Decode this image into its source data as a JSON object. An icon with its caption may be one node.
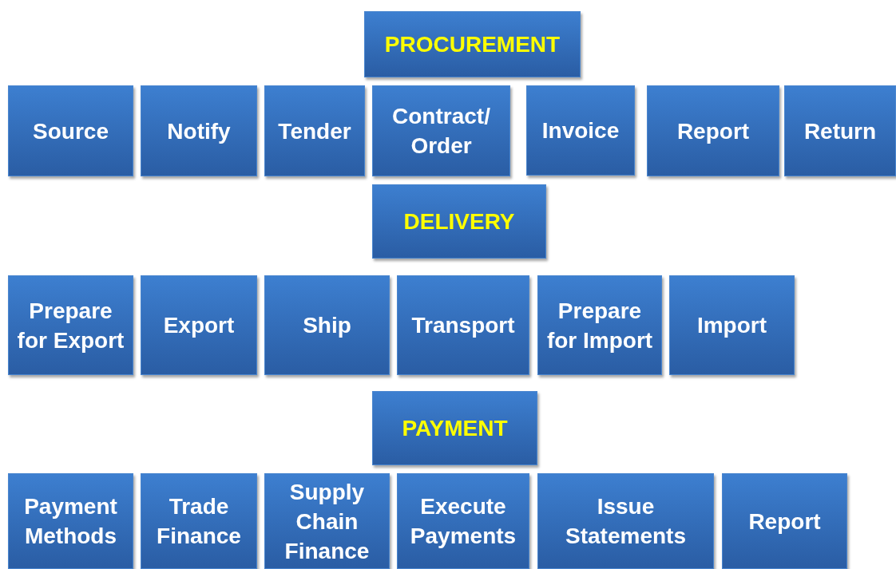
{
  "diagram": {
    "nodes": [
      {
        "text": [
          "PROCUREMENT"
        ]
      },
      {
        "text": [
          "Source"
        ]
      },
      {
        "text": [
          "Notify"
        ]
      },
      {
        "text": [
          "Tender"
        ]
      },
      {
        "text": [
          "Contract/ Order"
        ]
      },
      {
        "text": [
          "Invoice"
        ]
      },
      {
        "text": [
          "Report"
        ]
      },
      {
        "text": [
          "Return"
        ]
      },
      {
        "text": [
          "DELIVERY"
        ]
      },
      {
        "text": [
          "Prepare for Export"
        ]
      },
      {
        "text": [
          "Export"
        ]
      },
      {
        "text": [
          "Ship"
        ]
      },
      {
        "text": [
          "Transport"
        ]
      },
      {
        "text": [
          "Prepare for Import"
        ]
      },
      {
        "text": [
          "Import"
        ]
      },
      {
        "text": [
          "PAYMENT"
        ]
      },
      {
        "text": [
          "Payment Methods"
        ]
      },
      {
        "text": [
          "Trade Finance"
        ]
      },
      {
        "text": [
          "Supply Chain Finance"
        ]
      },
      {
        "text": [
          "Execute Payments"
        ]
      },
      {
        "text": [
          "Issue Statements"
        ]
      },
      {
        "text": [
          "Report"
        ]
      }
    ]
  }
}
